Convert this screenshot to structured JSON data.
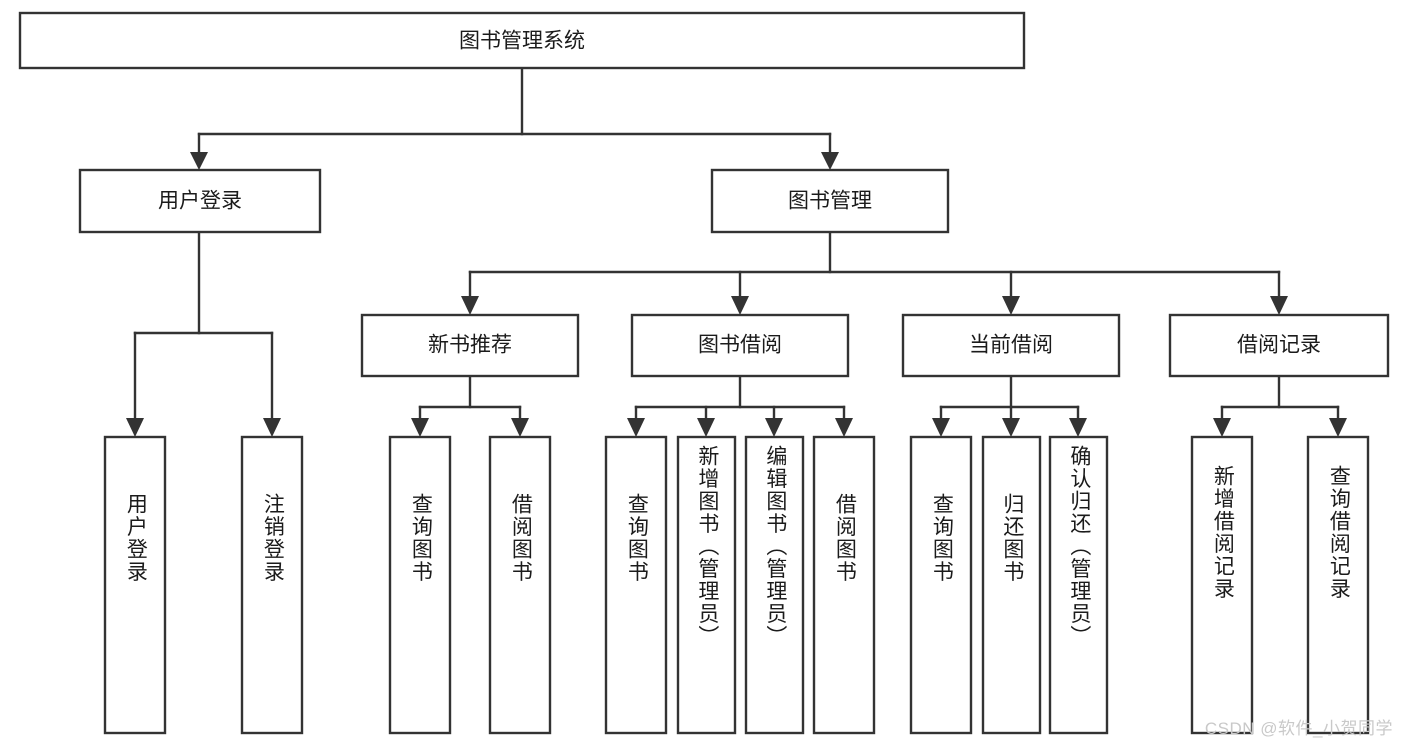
{
  "diagram": {
    "type": "hierarchy-tree",
    "title": "图书管理系统",
    "root": {
      "id": "root",
      "label": "图书管理系统",
      "level": 0
    },
    "level1": [
      {
        "id": "user-login",
        "label": "用户登录"
      },
      {
        "id": "book-management",
        "label": "图书管理"
      }
    ],
    "level2": [
      {
        "id": "new-book-recommend",
        "label": "新书推荐",
        "parent": "book-management"
      },
      {
        "id": "book-borrow",
        "label": "图书借阅",
        "parent": "book-management"
      },
      {
        "id": "current-borrow",
        "label": "当前借阅",
        "parent": "book-management"
      },
      {
        "id": "borrow-record",
        "label": "借阅记录",
        "parent": "book-management"
      }
    ],
    "leaves": [
      {
        "id": "leaf-user-login",
        "label": "用户登录",
        "parent": "user-login"
      },
      {
        "id": "leaf-logout-login",
        "label": "注销登录",
        "parent": "user-login"
      },
      {
        "id": "leaf-query-book-1",
        "label": "查询图书",
        "parent": "new-book-recommend"
      },
      {
        "id": "leaf-borrow-book-1",
        "label": "借阅图书",
        "parent": "new-book-recommend"
      },
      {
        "id": "leaf-query-book-2",
        "label": "查询图书",
        "parent": "book-borrow"
      },
      {
        "id": "leaf-add-book",
        "label": "新增图书（管理员）",
        "parent": "book-borrow"
      },
      {
        "id": "leaf-edit-book",
        "label": "编辑图书（管理员）",
        "parent": "book-borrow"
      },
      {
        "id": "leaf-borrow-book-2",
        "label": "借阅图书",
        "parent": "book-borrow"
      },
      {
        "id": "leaf-query-book-3",
        "label": "查询图书",
        "parent": "current-borrow"
      },
      {
        "id": "leaf-return-book",
        "label": "归还图书",
        "parent": "current-borrow"
      },
      {
        "id": "leaf-confirm-return",
        "label": "确认归还（管理员）",
        "parent": "current-borrow"
      },
      {
        "id": "leaf-add-record",
        "label": "新增借阅记录",
        "parent": "borrow-record"
      },
      {
        "id": "leaf-query-record",
        "label": "查询借阅记录",
        "parent": "borrow-record"
      }
    ],
    "colors": {
      "box_stroke": "#333333",
      "box_fill": "#ffffff",
      "text": "#1b1b1b",
      "connector": "#333333",
      "watermark": "#c9c9c9",
      "background": "#ffffff"
    }
  },
  "watermark": {
    "text": "CSDN @软件_小贺同学"
  }
}
